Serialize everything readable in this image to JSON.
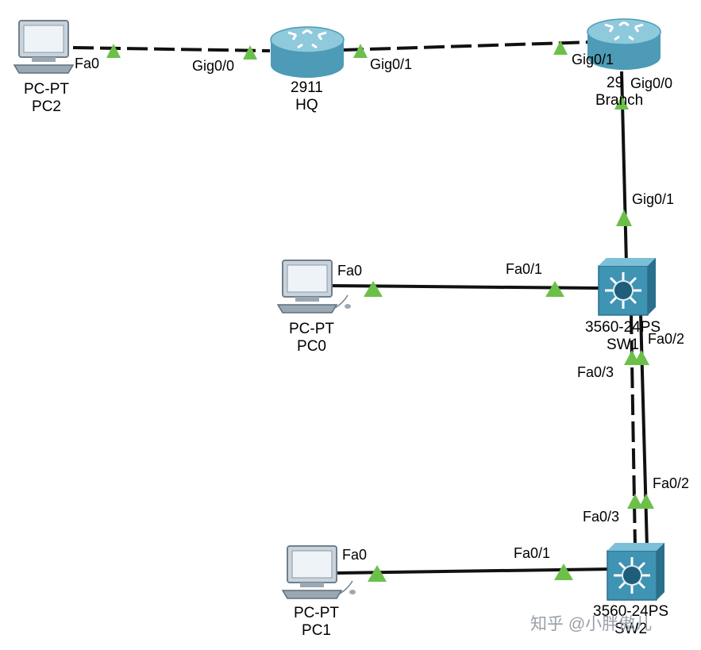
{
  "colors": {
    "background": "#ffffff",
    "link": "#111111",
    "port_up": "#6cc04a",
    "router_body": "#5aa7c0",
    "switch_body": "#3d8fae",
    "pc_body": "#d7dde3"
  },
  "devices": {
    "pc2": {
      "model": "PC-PT",
      "name": "PC2",
      "icon": "pc-icon"
    },
    "hq": {
      "model": "2911",
      "name": "HQ",
      "icon": "router-icon"
    },
    "branch": {
      "model": "29",
      "name": "Branch",
      "icon": "router-icon"
    },
    "sw1": {
      "model": "3560-24PS",
      "name": "SW1",
      "icon": "multilayer-switch-icon"
    },
    "sw2": {
      "model": "3560-24PS",
      "name": "SW2",
      "icon": "multilayer-switch-icon"
    },
    "pc0": {
      "model": "PC-PT",
      "name": "PC0",
      "icon": "pc-icon"
    },
    "pc1": {
      "model": "PC-PT",
      "name": "PC1",
      "icon": "pc-icon"
    }
  },
  "ports": {
    "pc2_fa0": "Fa0",
    "hq_gig0_0": "Gig0/0",
    "hq_gig0_1": "Gig0/1",
    "branch_gig0_1": "Gig0/1",
    "branch_gig0_0": "Gig0/0",
    "sw1_gig0_1": "Gig0/1",
    "pc0_fa0": "Fa0",
    "sw1_fa0_1": "Fa0/1",
    "sw1_fa0_2": "Fa0/2",
    "sw1_fa0_3": "Fa0/3",
    "sw2_fa0_2": "Fa0/2",
    "sw2_fa0_3": "Fa0/3",
    "pc1_fa0": "Fa0",
    "sw2_fa0_1": "Fa0/1"
  },
  "watermark": "知乎 @小胖傲儿"
}
